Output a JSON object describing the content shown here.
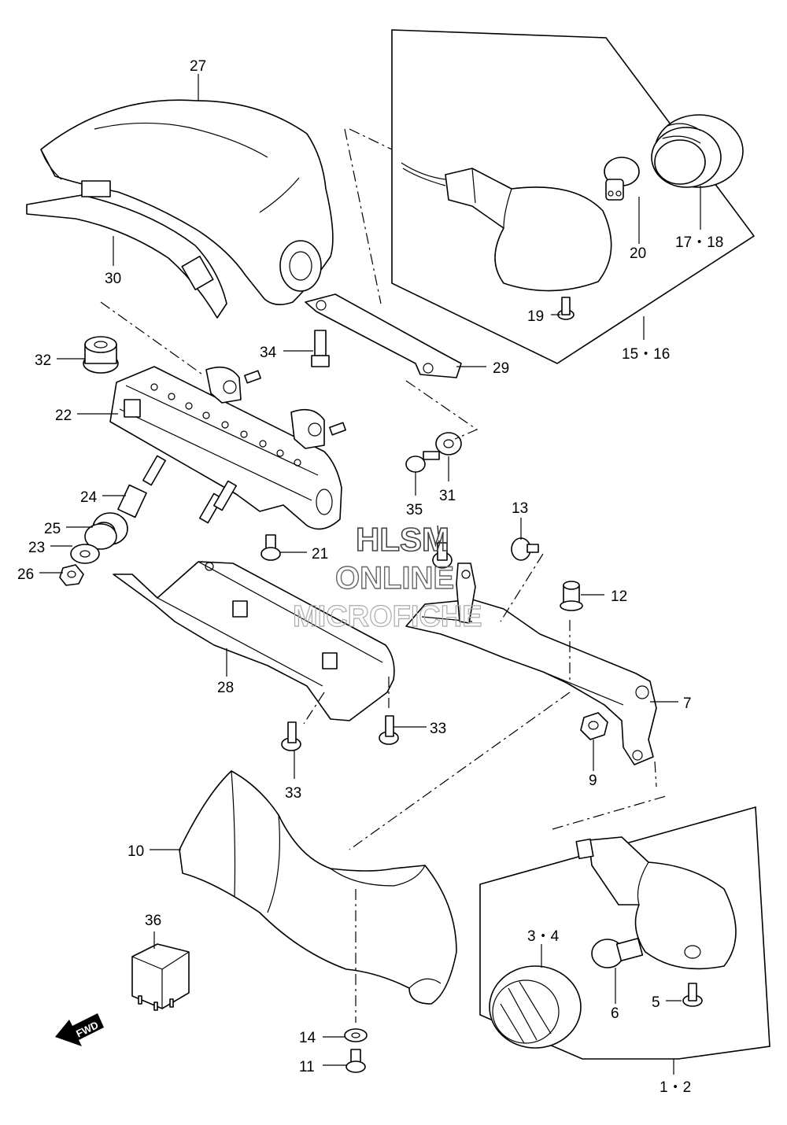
{
  "labels": {
    "p27": "27",
    "p30": "30",
    "p32": "32",
    "p22": "22",
    "p34": "34",
    "p29": "29",
    "p24": "24",
    "p25": "25",
    "p23": "23",
    "p26": "26",
    "p21": "21",
    "p28": "28",
    "p35": "35",
    "p31": "31",
    "p33a": "33",
    "p33b": "33",
    "p13": "13",
    "p12": "12",
    "p7": "7",
    "p9": "9",
    "p10": "10",
    "p36": "36",
    "p14": "14",
    "p11": "11",
    "p20": "20",
    "p1718": "17・18",
    "p19": "19",
    "p1516": "15・16",
    "p34b": "3・4",
    "p6": "6",
    "p5": "5",
    "p12b": "1・2"
  },
  "watermark": {
    "line1": "HLSM",
    "line2": "ONLINE",
    "line3": "MICROFICHE"
  },
  "fwd": "FWD"
}
